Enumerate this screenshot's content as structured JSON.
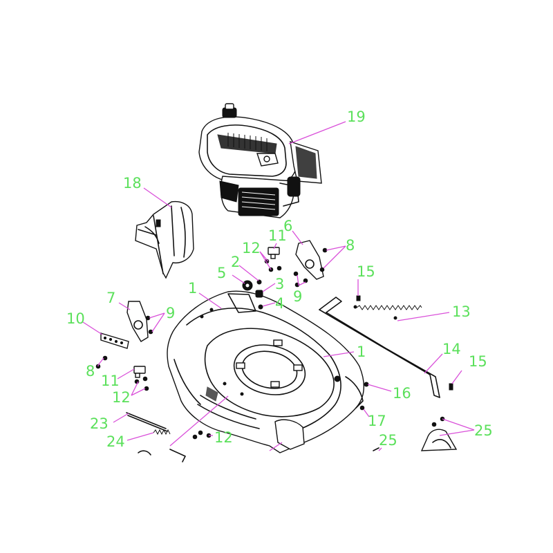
{
  "colors": {
    "callout": "#5be05b",
    "leader": "#d94fd9",
    "line_art": "#111111",
    "background": "#ffffff"
  },
  "callouts": {
    "c1a": "1",
    "c1b": "1",
    "c2": "2",
    "c3": "3",
    "c4": "4",
    "c5": "5",
    "c6": "6",
    "c7": "7",
    "c8a": "8",
    "c8b": "8",
    "c9a": "9",
    "c9b": "9",
    "c10": "10",
    "c11a": "11",
    "c11b": "11",
    "c12a": "12",
    "c12b": "12",
    "c12c": "12",
    "c13": "13",
    "c14": "14",
    "c15a": "15",
    "c15b": "15",
    "c16": "16",
    "c17": "17",
    "c18": "18",
    "c19": "19",
    "c23": "23",
    "c24": "24",
    "c25a": "25",
    "c25b": "25"
  }
}
